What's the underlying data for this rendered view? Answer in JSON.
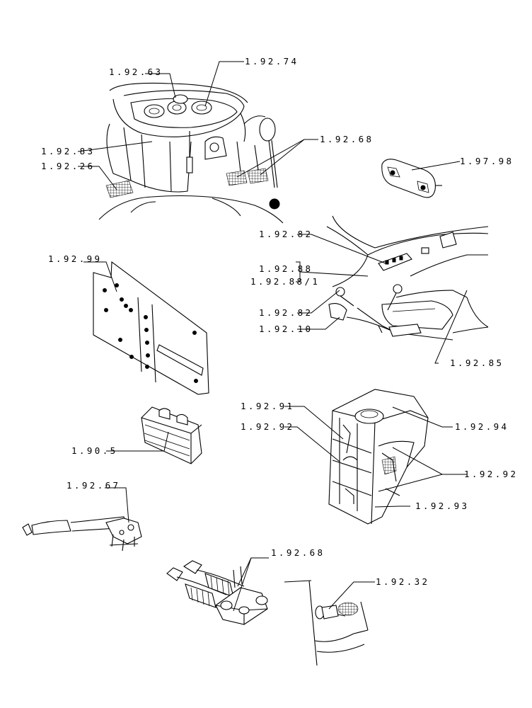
{
  "labels": {
    "l_1_92_63": "1.92.63",
    "l_1_92_74": "1.92.74",
    "l_1_92_83": "1.92.83",
    "l_1_92_26": "1.92.26",
    "l_1_92_68_top": "1.92.68",
    "l_1_97_98": "1.97.98",
    "l_1_92_82_a": "1.92.82",
    "l_1_92_88": "1.92.88",
    "l_1_92_88_1": "1.92.88/1",
    "l_1_92_82_b": "1.92.82",
    "l_1_92_10": "1.92.10",
    "l_1_92_85": "1.92.85",
    "l_1_92_99": "1.92.99",
    "l_1_90_5": "1.90.5",
    "l_1_92_91": "1.92.91",
    "l_1_92_94": "1.92.94",
    "l_1_92_92_a": "1.92.92",
    "l_1_92_92_b": "1.92.92",
    "l_1_92_93": "1.92.93",
    "l_1_92_67": "1.92.67",
    "l_1_92_68_bottom": "1.92.68",
    "l_1_92_32": "1.92.32"
  }
}
